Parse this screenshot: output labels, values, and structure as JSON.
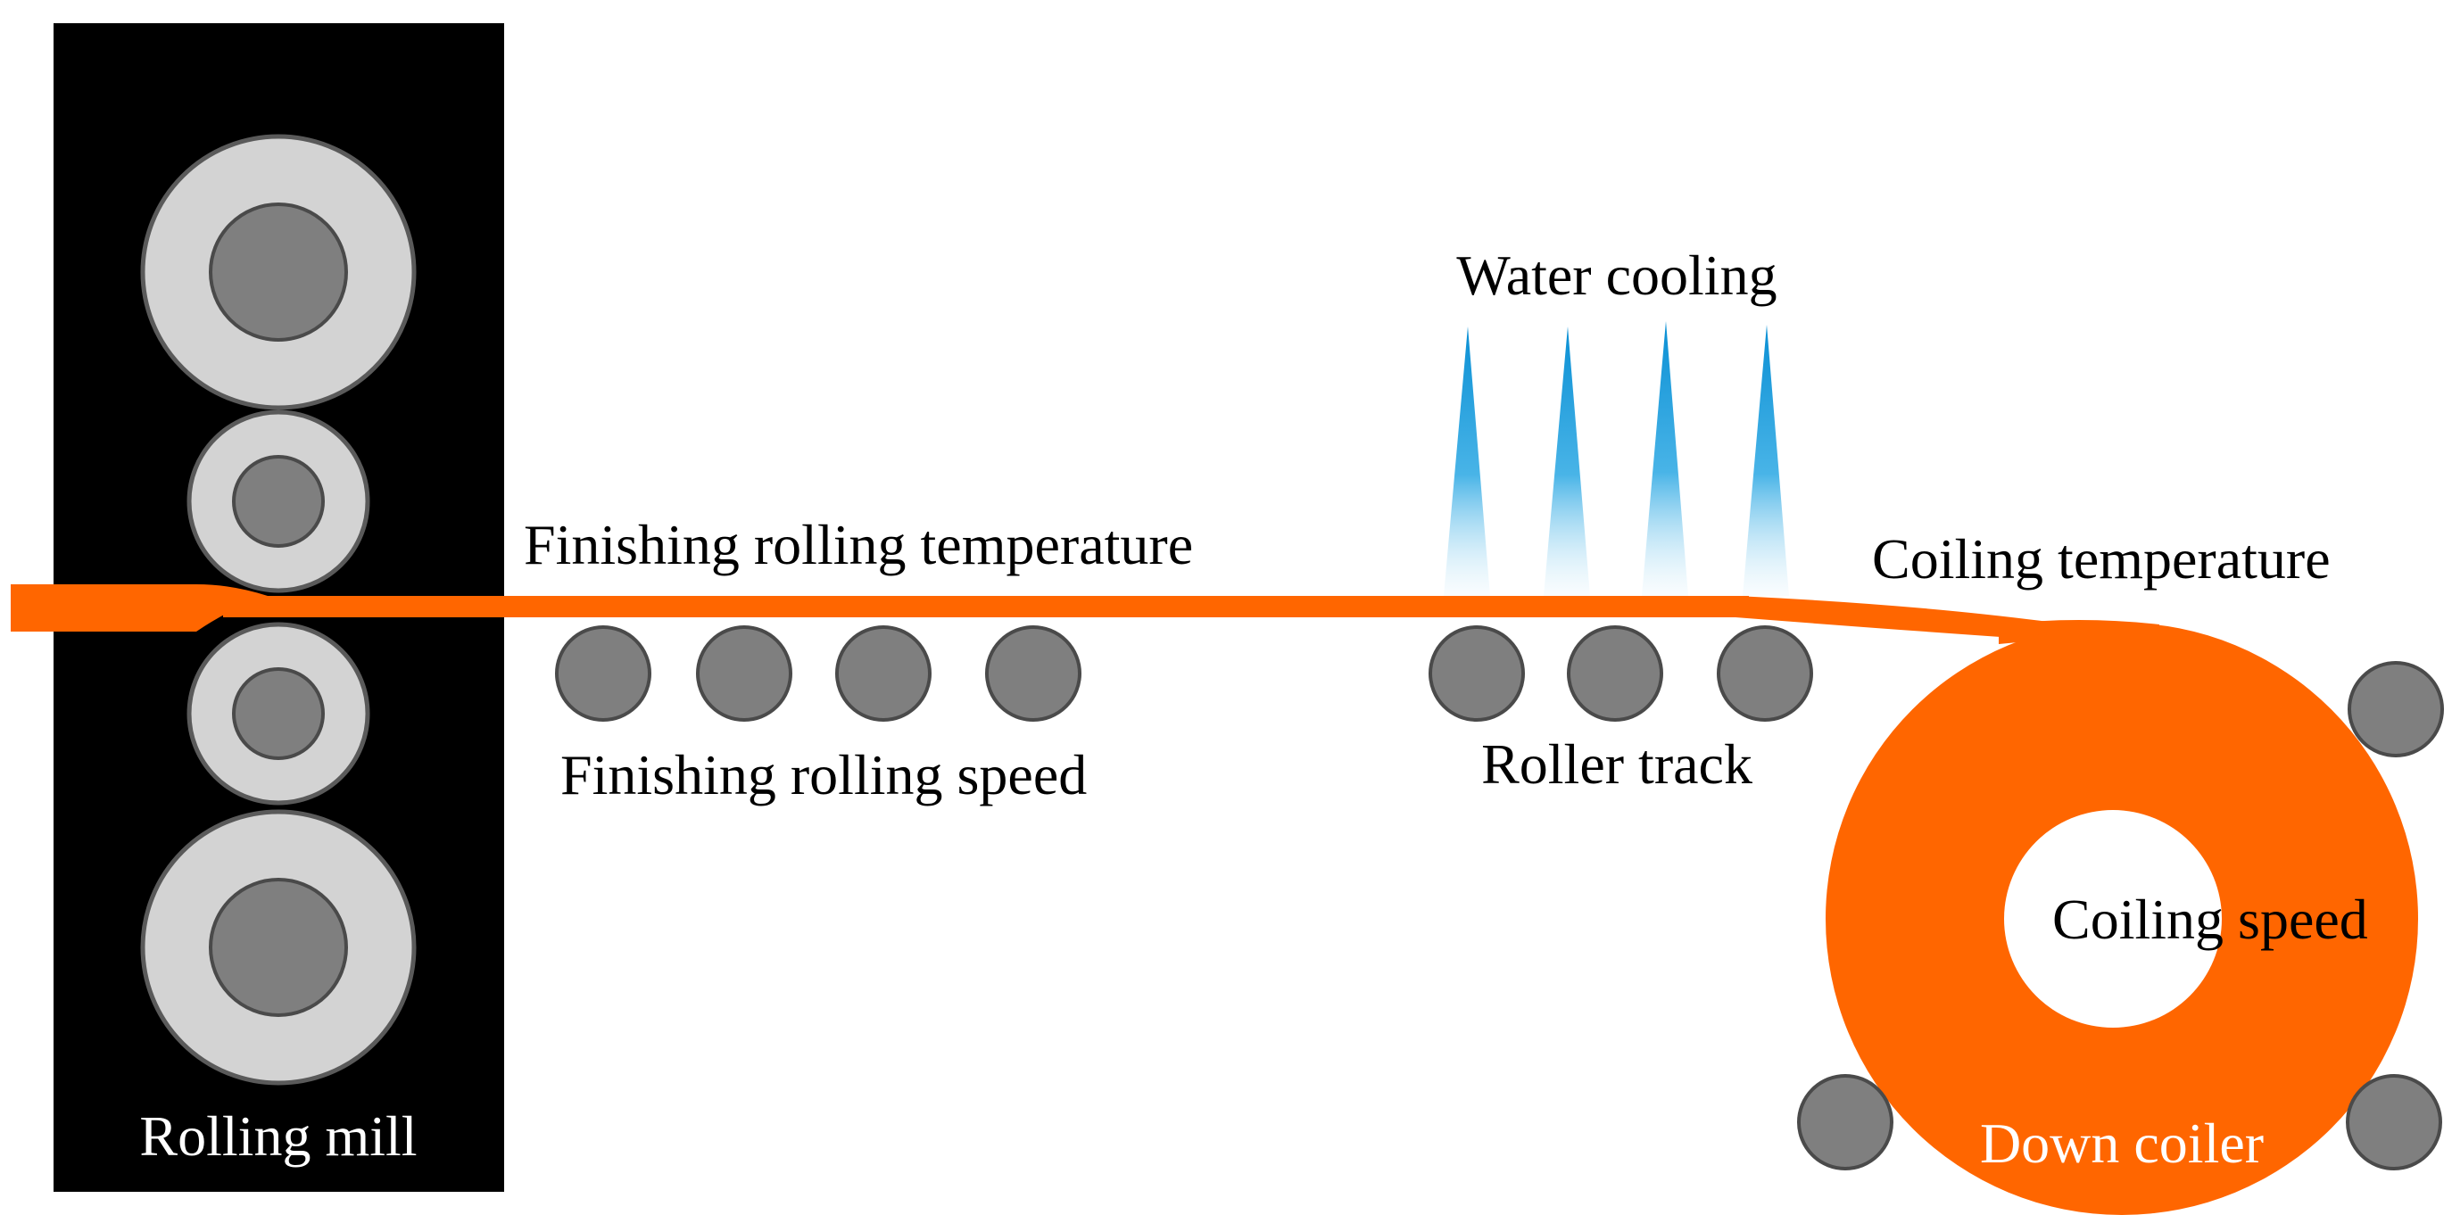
{
  "labels": {
    "rolling_mill": "Rolling mill",
    "finishing_rolling_temperature": "Finishing rolling temperature",
    "finishing_rolling_speed": "Finishing rolling speed",
    "water_cooling": "Water cooling",
    "roller_track": "Roller track",
    "coiling_temperature": "Coiling temperature",
    "coiling_speed": "Coiling speed",
    "down_coiler": "Down coiler"
  },
  "colors": {
    "strip": "#ff6600",
    "mill_background": "#000000",
    "roll_outer": "#d3d3d3",
    "roll_inner": "#7f7f7f",
    "roller": "#7f7f7f",
    "water_spray": "#1a9ad6",
    "text": "#000000"
  },
  "icons": {
    "roll": "circle",
    "water_spray": "cone",
    "coil": "ring"
  }
}
